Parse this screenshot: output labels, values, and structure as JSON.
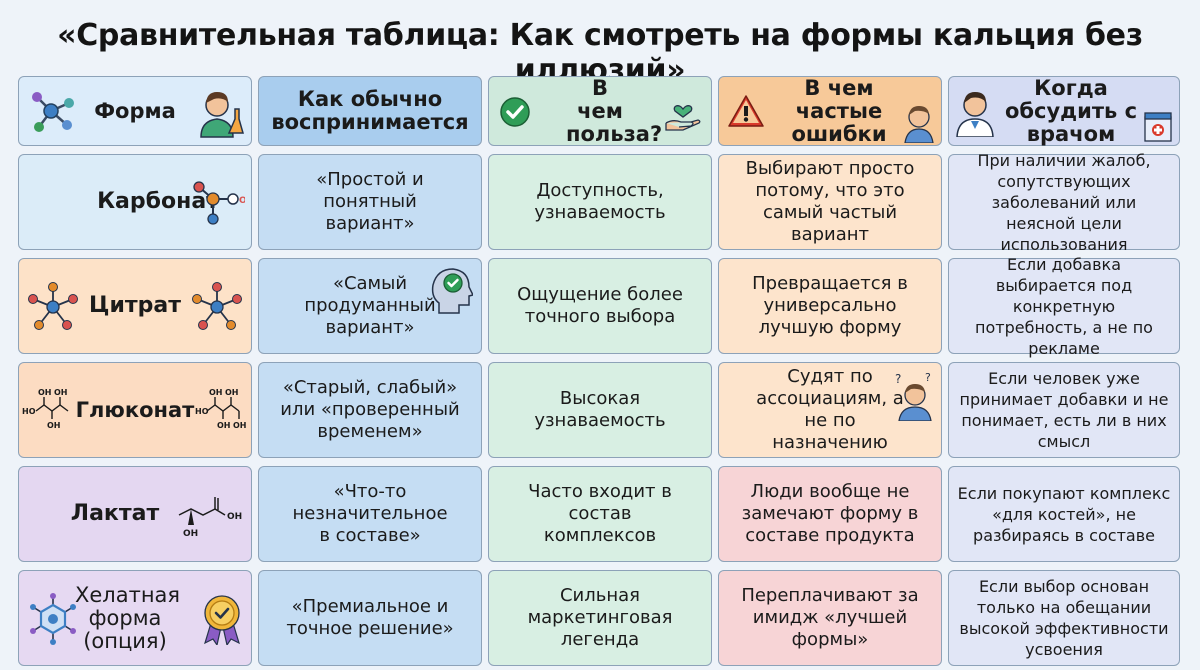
{
  "title": "«Сравнительная таблица: Как смотреть на формы кальция без иллюзий»",
  "headers": {
    "form": "Форма",
    "perception": "Как обычно воспринимается",
    "benefit": "В чем польза?",
    "errors": "В чем частые ошибки",
    "doctor": "Когда обсудить с врачом"
  },
  "rows": [
    {
      "form": "Карбонат",
      "perception": "«Простой и понятный вариант»",
      "benefit": "Доступность, узнаваемость",
      "errors": "Выбирают просто потому, что это самый частый вариант",
      "doctor": "При наличии жалоб, сопутствующих заболеваний или неясной цели использования"
    },
    {
      "form": "Цитрат",
      "perception": "«Самый продуманный вариант»",
      "benefit": "Ощущение более точного выбора",
      "errors": "Превращается в универсально лучшую форму",
      "doctor": "Если добавка выбирается под конкретную потребность, а не по рекламе"
    },
    {
      "form": "Глюконат",
      "perception": "«Старый, слабый» или «проверенный временем»",
      "benefit": "Высокая узнаваемость",
      "errors": "Судят по ассоциациям, а не по назначению",
      "doctor": "Если человек уже принимает добавки и не понимает, есть ли в них смысл"
    },
    {
      "form": "Лактат",
      "perception": "«Что-то незначительное в составе»",
      "benefit": "Часто входит в состав комплексов",
      "errors": "Люди вообще не замечают форму в составе продукта",
      "doctor": "Если покупают комплекс «для костей», не разбираясь в составе"
    },
    {
      "form": "Хелатная форма (опция)",
      "perception": "«Премиальное и точное решение»",
      "benefit": "Сильная маркетинговая легенда",
      "errors": "Переплачивают за имидж «лучшей формы»",
      "doctor": "Если выбор основан только на обещании высокой эффективности усвоения"
    }
  ],
  "chem_labels": {
    "oh": "OH",
    "ho": "HO",
    "o": "O"
  },
  "colors": {
    "accent_green": "#2f9d57",
    "accent_red": "#d93a2b",
    "molecule_blue": "#3d7fc4",
    "molecule_red": "#d9534f",
    "molecule_orange": "#e38b2c",
    "border": "#8da2b8"
  }
}
